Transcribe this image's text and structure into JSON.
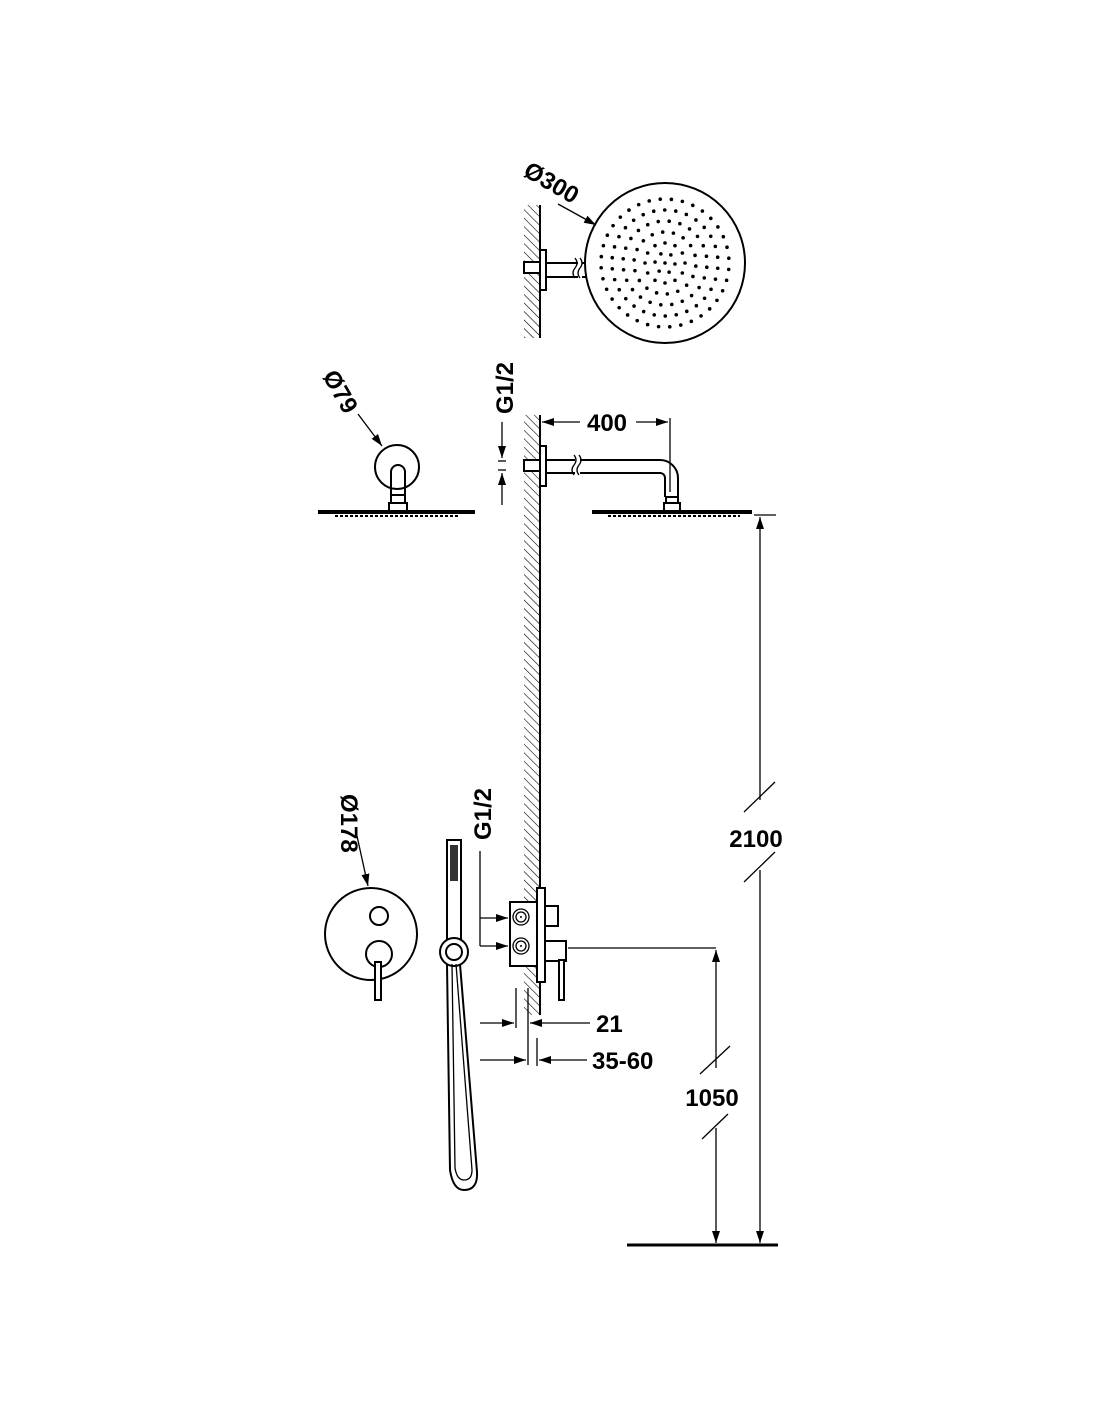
{
  "drawing": {
    "labels": {
      "head_diameter": "Ø300",
      "arm_flange_diameter": "Ø79",
      "arm_thread": "G1/2",
      "arm_length": "400",
      "head_height": "2100",
      "mixer_plate_diameter": "Ø178",
      "mixer_thread": "G1/2",
      "plate_depth": "21",
      "embed_depth": "35-60",
      "mixer_height": "1050"
    },
    "line_color": "#000000",
    "background_color": "#ffffff"
  }
}
